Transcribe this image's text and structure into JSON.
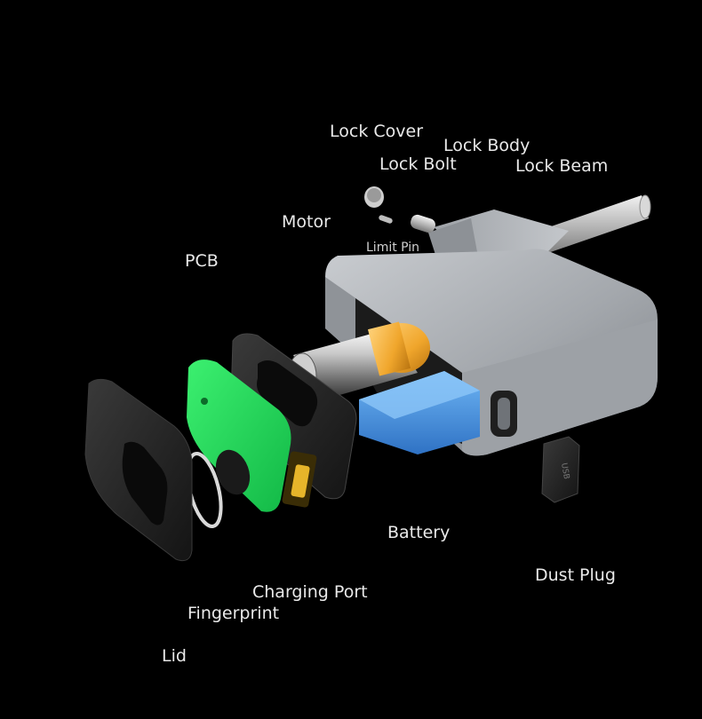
{
  "labels": {
    "lock_cover": "Lock Cover",
    "lock_body": "Lock Body",
    "lock_bolt": "Lock Bolt",
    "lock_beam": "Lock Beam",
    "motor": "Motor",
    "limit_pin": "Limit Pin",
    "pcb": "PCB",
    "battery": "Battery",
    "dust_plug": "Dust Plug",
    "charging_port": "Charging Port",
    "fingerprint": "Fingerprint",
    "lid": "Lid"
  },
  "dust_plug_marking": "USB",
  "colors": {
    "background": "#000000",
    "leader_line": "#2fd04a",
    "pcb_green": "#22e05a",
    "battery_blue": "#3f8fe0",
    "motor_gold": "#f0b13a",
    "body_silver": "#a9adb2"
  }
}
